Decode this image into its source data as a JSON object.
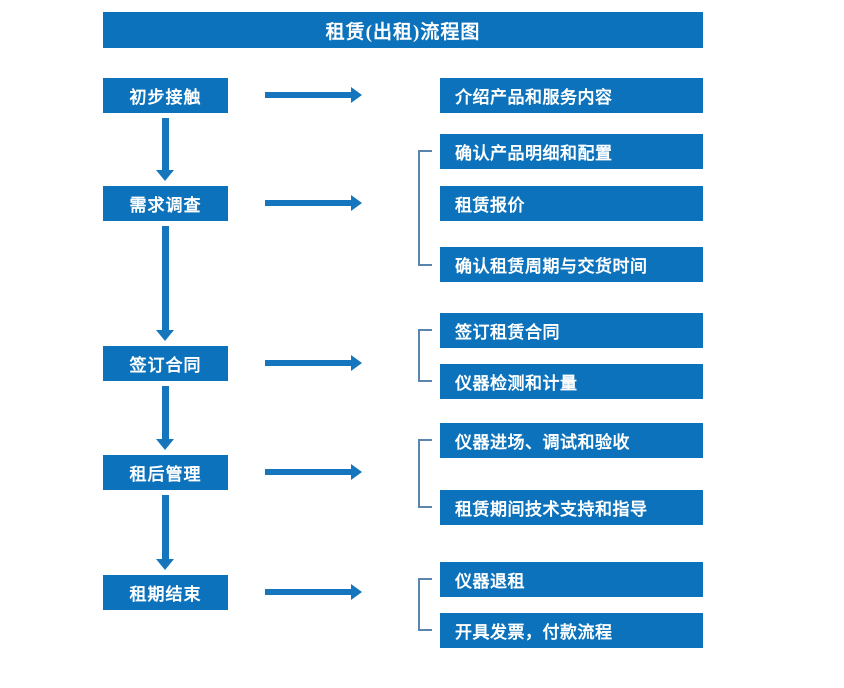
{
  "title": "租赁(出租)流程图",
  "colors": {
    "box_fill": "#0c72bc",
    "box_text": "#ffffff",
    "arrow": "#1676bd",
    "bracket": "#5a85ad",
    "background": "#ffffff"
  },
  "stages": [
    {
      "label": "初步接触",
      "details": [
        "介绍产品和服务内容"
      ]
    },
    {
      "label": "需求调查",
      "details": [
        "确认产品明细和配置",
        "租赁报价",
        "确认租赁周期与交货时间"
      ]
    },
    {
      "label": "签订合同",
      "details": [
        "签订租赁合同",
        "仪器检测和计量"
      ]
    },
    {
      "label": "租后管理",
      "details": [
        "仪器进场、调试和验收",
        "租赁期间技术支持和指导"
      ]
    },
    {
      "label": "租期结束",
      "details": [
        "仪器退租",
        "开具发票，付款流程"
      ]
    }
  ]
}
